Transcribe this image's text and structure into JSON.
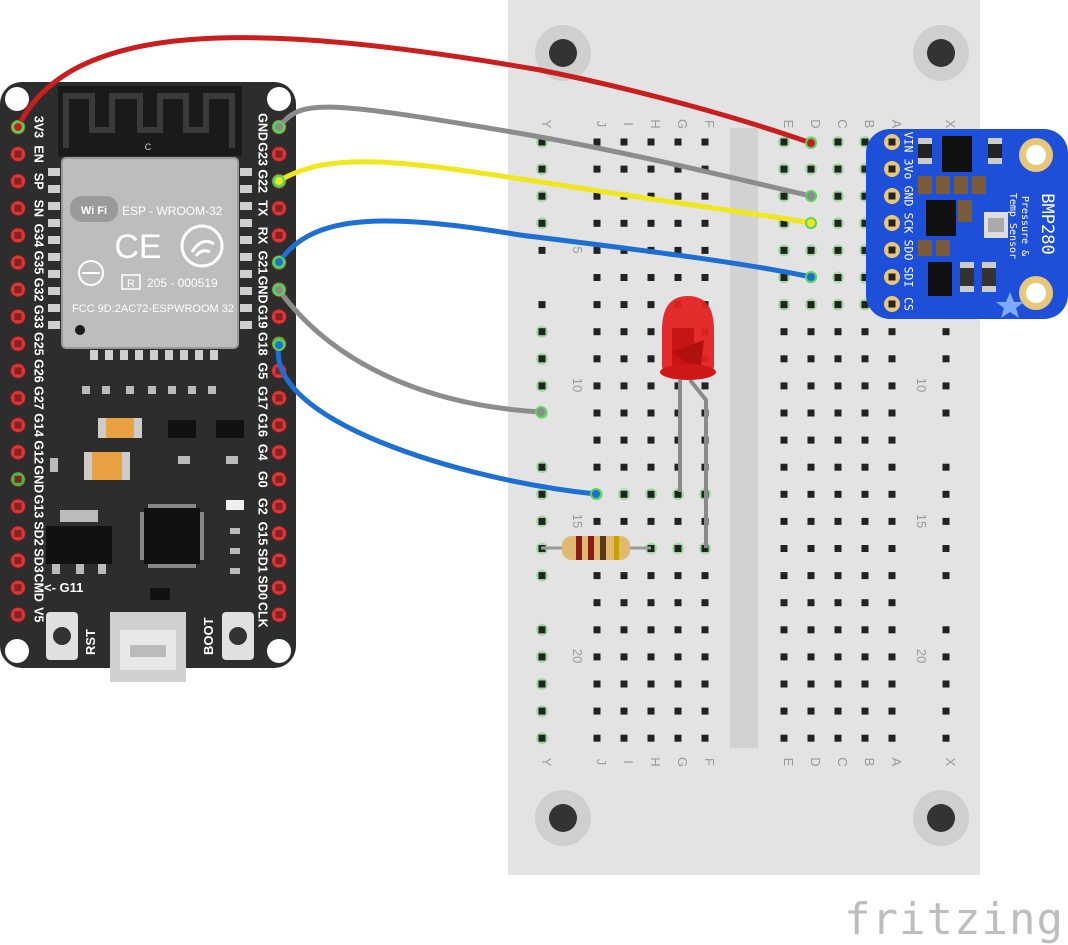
{
  "board": {
    "left_pins": [
      "3V3",
      "EN",
      "SP",
      "SN",
      "G34",
      "G35",
      "G32",
      "G33",
      "G25",
      "G26",
      "G27",
      "G14",
      "G12",
      "GND",
      "G13",
      "SD2",
      "SD3",
      "CMD",
      "V5"
    ],
    "right_pins": [
      "GND",
      "G23",
      "G22",
      "TX",
      "RX",
      "G21",
      "GND",
      "G19",
      "G18",
      "G5",
      "G17",
      "G16",
      "G4",
      "G0",
      "G2",
      "G15",
      "SD1",
      "SD0",
      "CLK"
    ],
    "module_letter": "C",
    "wifi_badge": "Wi Fi",
    "module_name": "ESP - WROOM-32",
    "ce_mark": "CE",
    "r_mark": "R",
    "cert_number": "205 - 000519",
    "fcc_text": "FCC  9D:2AC72-ESPWROOM 32",
    "g11_label": "<- G11",
    "rst_label": "RST",
    "boot_label": "BOOT"
  },
  "breadboard": {
    "cols_left": [
      "Y",
      "J",
      "I",
      "H",
      "G",
      "F"
    ],
    "cols_right": [
      "E",
      "D",
      "C",
      "B",
      "A",
      "X"
    ],
    "row_labels": [
      "5",
      "10",
      "15",
      "20"
    ]
  },
  "sensor": {
    "title": "BMP280",
    "subtitle_1": "Pressure &",
    "subtitle_2": "Temp Sensor",
    "pins": [
      "VIN",
      "3Vo",
      "GND",
      "SCK",
      "SDO",
      "SDI",
      "CS"
    ]
  },
  "wires": [
    {
      "color": "#c81e1e"
    },
    {
      "color": "#8c8c8c"
    },
    {
      "color": "#f0e81e"
    },
    {
      "color": "#1e6fd2"
    },
    {
      "color": "#8c8c8c"
    },
    {
      "color": "#1e6fd2"
    }
  ],
  "colors": {
    "board": "#2d2d2d",
    "breadboard": "#e6e6e6",
    "sensor": "#1e4fd8",
    "led": "#e52222",
    "pin_red": "#d33a3a",
    "pin_green": "#3bbf4a"
  },
  "watermark": "fritzing"
}
